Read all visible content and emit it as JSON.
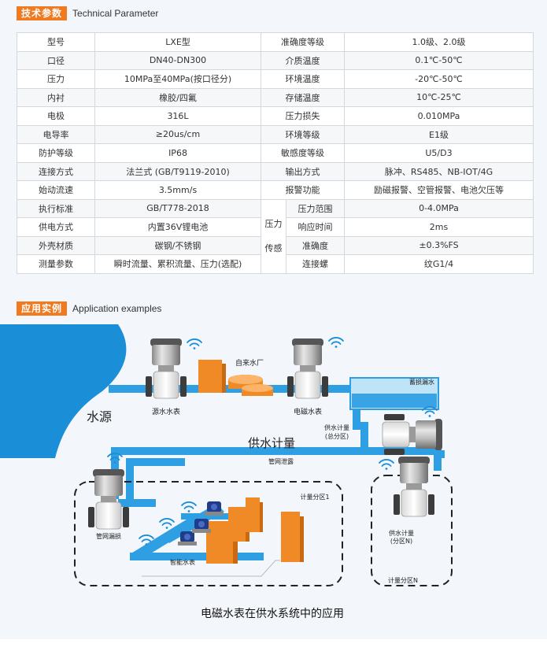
{
  "sections": {
    "tech": {
      "tag": "技术参数",
      "en": "Technical Parameter"
    },
    "app": {
      "tag": "应用实例",
      "en": "Application examples"
    }
  },
  "table": {
    "rows": [
      [
        "型号",
        "LXE型",
        "准确度等级",
        "1.0级、2.0级"
      ],
      [
        "口径",
        "DN40-DN300",
        "介质温度",
        "0.1℃-50℃"
      ],
      [
        "压力",
        "10MPa至40MPa(按口径分)",
        "环境温度",
        "-20℃-50℃"
      ],
      [
        "内衬",
        "橡胶/四氟",
        "存储温度",
        "10℃-25℃"
      ],
      [
        "电极",
        "316L",
        "压力损失",
        "0.010MPa"
      ],
      [
        "电导率",
        "≥20us/cm",
        "环境等级",
        "E1级"
      ],
      [
        "防护等级",
        "IP68",
        "敏感度等级",
        "U5/D3"
      ],
      [
        "连接方式",
        "法兰式 (GB/T9119-2010)",
        "输出方式",
        "脉冲、RS485、NB-IOT/4G"
      ],
      [
        "始动流速",
        "3.5mm/s",
        "报警功能",
        "励磁报警、空管报警、电池欠压等"
      ]
    ],
    "sub_rows": [
      [
        "执行标准",
        "GB/T778-2018",
        "压力范围",
        "0-4.0MPa"
      ],
      [
        "供电方式",
        "内置36V锂电池",
        "响应时间",
        "2ms"
      ],
      [
        "外壳材质",
        "碳钢/不锈钢",
        "准确度",
        "±0.3%FS"
      ],
      [
        "测量参数",
        "瞬时流量、累积流量、压力(选配)",
        "连接螺",
        "纹G1/4"
      ]
    ],
    "merged_label_1": "压力",
    "merged_label_2": "传感"
  },
  "diagram": {
    "source": "水源",
    "source_meter": "源水水表",
    "waterworks": "自来水厂",
    "em_meter": "电磁水表",
    "storage": "蓄损漏水",
    "total_meter_1": "供水计量",
    "total_meter_2": "(总分区)",
    "supply_main": "供水计量",
    "pipe_leak": "管网泄露",
    "zone_1": "计量分区1",
    "leak_check": "管网漏损",
    "smart_meter": "智能水表",
    "zone_n_meter_1": "供水计量",
    "zone_n_meter_2": "(分区N)",
    "zone_n": "计量分区N",
    "caption": "电磁水表在供水系统中的应用"
  },
  "colors": {
    "accent": "#f07a1f",
    "water": "#1a8fd8",
    "pipe": "#2f9fe3",
    "building": "#f08a26"
  }
}
